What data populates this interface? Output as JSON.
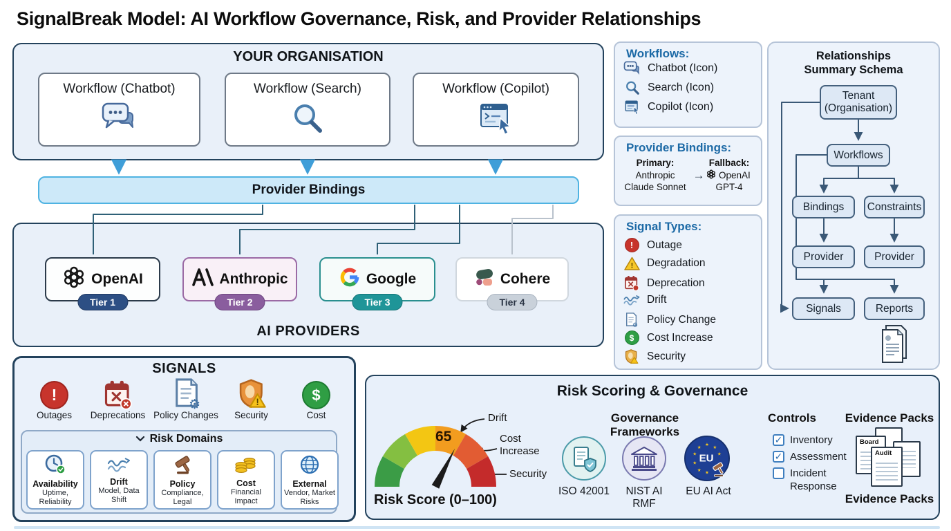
{
  "title": "SignalBreak Model: AI Workflow Governance, Risk, and Provider Relationships",
  "organisation": {
    "title": "YOUR ORGANISATION",
    "workflows": [
      {
        "label": "Workflow (Chatbot)",
        "icon": "chat-icon"
      },
      {
        "label": "Workflow (Search)",
        "icon": "search-icon"
      },
      {
        "label": "Workflow (Copilot)",
        "icon": "copilot-icon"
      }
    ]
  },
  "provider_bindings_bar": {
    "label": "Provider Bindings"
  },
  "providers_panel": {
    "title": "AI PROVIDERS",
    "providers": [
      {
        "name": "OpenAI",
        "tier": "Tier 1",
        "badge_color": "#2d4f84"
      },
      {
        "name": "Anthropic",
        "tier": "Tier 2",
        "badge_color": "#8a5d9e"
      },
      {
        "name": "Google",
        "tier": "Tier 3",
        "badge_color": "#1f9598"
      },
      {
        "name": "Cohere",
        "tier": "Tier 4",
        "badge_color": "#c9d1da"
      }
    ]
  },
  "signals_panel": {
    "title": "SIGNALS",
    "items": [
      {
        "label": "Outages",
        "icon": "outage-icon",
        "glyph": "!"
      },
      {
        "label": "Deprecations",
        "icon": "deprecation-calendar-icon"
      },
      {
        "label": "Policy Changes",
        "icon": "policy-doc-gear-icon"
      },
      {
        "label": "Security",
        "icon": "security-shield-icon"
      },
      {
        "label": "Cost",
        "icon": "cost-dollar-icon",
        "glyph": "$"
      }
    ],
    "risk_domains": {
      "title": "Risk Domains",
      "items": [
        {
          "title": "Availability",
          "subtitle": "Uptime, Reliability",
          "icon": "clock-check-icon"
        },
        {
          "title": "Drift",
          "subtitle": "Model, Data Shift",
          "icon": "drift-waves-icon"
        },
        {
          "title": "Policy",
          "subtitle": "Compliance, Legal",
          "icon": "gavel-icon"
        },
        {
          "title": "Cost",
          "subtitle": "Financial Impact",
          "icon": "coins-icon"
        },
        {
          "title": "External",
          "subtitle": "Vendor, Market Risks",
          "icon": "globe-icon"
        }
      ]
    }
  },
  "legend_workflows": {
    "title": "Workflows:",
    "items": [
      {
        "label": "Chatbot (Icon)",
        "icon": "chat-icon"
      },
      {
        "label": "Search (Icon)",
        "icon": "search-icon"
      },
      {
        "label": "Copilot (Icon)",
        "icon": "copilot-icon"
      }
    ]
  },
  "legend_bindings": {
    "title": "Provider Bindings:",
    "primary_label": "Primary:",
    "primary_line1": "Anthropic",
    "primary_line2": "Claude Sonnet",
    "arrow": "→",
    "fallback_label": "Fallback:",
    "fallback_line1": "OpenAI",
    "fallback_line2": "GPT-4"
  },
  "legend_signal_types": {
    "title": "Signal Types:",
    "items": [
      {
        "label": "Outage",
        "icon": "outage-icon",
        "glyph": "!"
      },
      {
        "label": "Degradation",
        "icon": "warning-triangle-icon",
        "glyph": "!"
      },
      {
        "label": "Deprecation",
        "icon": "deprecation-calendar-icon"
      },
      {
        "label": "Drift",
        "icon": "drift-waves-icon"
      },
      {
        "label": "Policy Change",
        "icon": "policy-doc-gear-icon"
      },
      {
        "label": "Cost Increase",
        "icon": "cost-dollar-icon",
        "glyph": "$"
      },
      {
        "label": "Security",
        "icon": "security-shield-icon"
      }
    ]
  },
  "schema": {
    "title_line1": "Relationships",
    "title_line2": "Summary Schema",
    "nodes": {
      "tenant_line1": "Tenant",
      "tenant_line2": "(Organisation)",
      "workflows": "Workflows",
      "bindings": "Bindings",
      "constraints": "Constraints",
      "provider_left": "Provider",
      "provider_right": "Provider",
      "signals": "Signals",
      "reports": "Reports"
    }
  },
  "risk_panel": {
    "title": "Risk Scoring & Governance",
    "gauge": {
      "value": "65",
      "caption": "Risk Score (0–100)",
      "annotations": [
        "Drift",
        "Cost Increase",
        "Security"
      ],
      "segment_colors": [
        "#3b9c46",
        "#84bf41",
        "#f3c613",
        "#f29c1f",
        "#e25c33",
        "#c42b2b"
      ]
    },
    "frameworks": {
      "title": "Governance Frameworks",
      "items": [
        {
          "label": "ISO 42001",
          "icon": "iso-doc-shield-icon"
        },
        {
          "label": "NIST AI RMF",
          "icon": "bank-icon"
        },
        {
          "label": "EU AI Act",
          "icon": "eu-gavel-icon",
          "badge": "EU"
        }
      ]
    },
    "controls": {
      "title": "Controls",
      "items": [
        {
          "label": "Inventory",
          "checked": true
        },
        {
          "label": "Assessment",
          "checked": true
        },
        {
          "label": "Incident Response",
          "checked": false
        }
      ]
    },
    "evidence": {
      "title": "Evidence Packs",
      "caption": "Evidence Packs",
      "doc_labels": [
        "Board",
        "Audit"
      ]
    }
  },
  "colors": {
    "panel_border": "#23425c",
    "arrow_blue": "#3f9ed8",
    "heading_blue": "#1d6aa6",
    "bar_fill": "#cde9f9",
    "bar_border": "#4fb3e2"
  }
}
